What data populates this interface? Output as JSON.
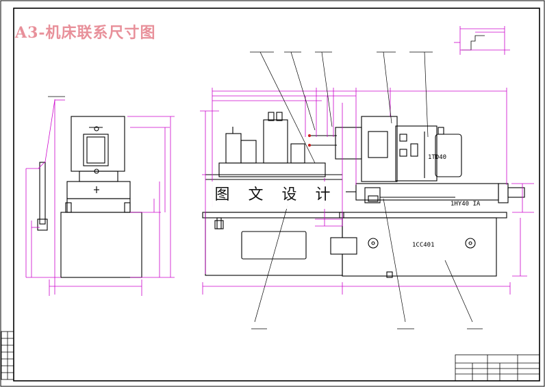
{
  "sheet": {
    "title": "A3-机床联系尺寸图",
    "watermark_text": "图 文 设 计",
    "colors": {
      "outline": "#000000",
      "dimension": "#cc00cc",
      "title": "#e8909a",
      "frame": "#000000"
    }
  },
  "labels": {
    "unit_1td40": "1TD40",
    "unit_1hy40": "1HY40 IA",
    "unit_1cc401": "1CC401"
  }
}
